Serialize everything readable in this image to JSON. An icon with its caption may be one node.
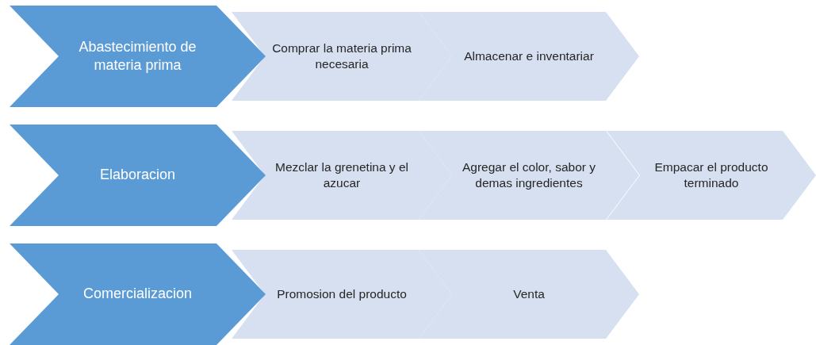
{
  "diagram": {
    "nodes": [
      {
        "text": [
          "Abastecimiento de materia prima"
        ]
      },
      {
        "text": [
          "Comprar  la materia prima necesaria"
        ]
      },
      {
        "text": [
          "Almacenar e inventariar"
        ]
      },
      {
        "text": [
          "Elaboracion"
        ]
      },
      {
        "text": [
          "Mezclar la grenetina y el azucar"
        ]
      },
      {
        "text": [
          "Agregar el color, sabor y demas ingredientes"
        ]
      },
      {
        "text": [
          "Empacar el producto terminado"
        ]
      },
      {
        "text": [
          "Comercializacion"
        ]
      },
      {
        "text": [
          "Promosion del producto"
        ]
      },
      {
        "text": [
          "Venta"
        ]
      }
    ]
  }
}
